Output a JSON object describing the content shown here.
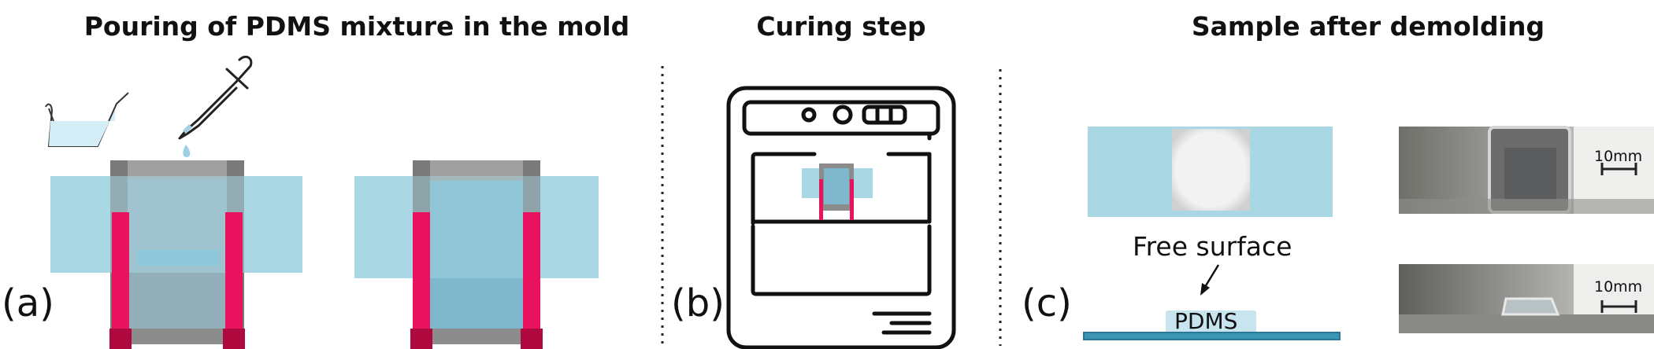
{
  "panels": {
    "a": {
      "label": "(a)",
      "title": "Pouring of PDMS mixture in the mold"
    },
    "b": {
      "label": "(b)",
      "title": "Curing step"
    },
    "c": {
      "label": "(c)",
      "title": "Sample after demolding"
    }
  },
  "annotations": {
    "free_surface": "Free surface",
    "pdms": "PDMS",
    "scale_top": "10mm",
    "scale_bottom": "10mm"
  },
  "colors": {
    "glass": "#a9d7e3",
    "pdms": "#7fb8cc",
    "mold": "#8c8c8c",
    "clamp": "#e8125e",
    "substrate": "#3a95b5"
  }
}
